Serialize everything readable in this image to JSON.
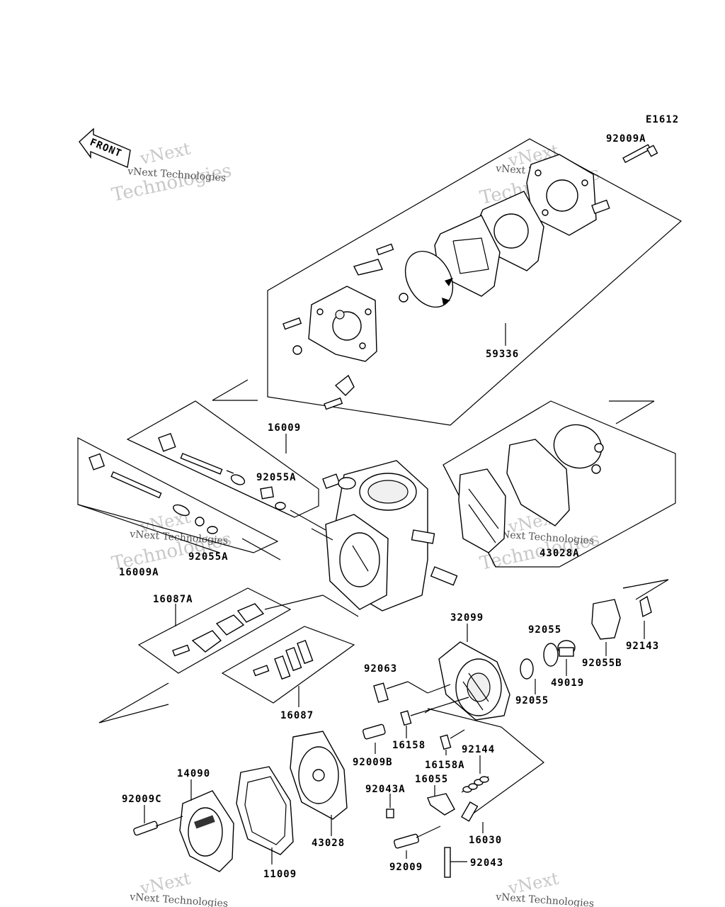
{
  "diagram_code": "E1612",
  "front_label": "FRONT",
  "watermark": {
    "line1": "vNext",
    "line2": "Technologies",
    "small": "vNext Technologies"
  },
  "labels": {
    "p92009A": "92009A",
    "p59336": "59336",
    "p16009": "16009",
    "p92055A_1": "92055A",
    "p92055A_2": "92055A",
    "p16009A": "16009A",
    "p43028A": "43028A",
    "p16087A": "16087A",
    "p32099": "32099",
    "p92055_1": "92055",
    "p92055B": "92055B",
    "p92143": "92143",
    "p92063": "92063",
    "p49019": "49019",
    "p92055_2": "92055",
    "p16087": "16087",
    "p16158": "16158",
    "p92009B": "92009B",
    "p92144": "92144",
    "p16158A": "16158A",
    "p14090": "14090",
    "p16055": "16055",
    "p92043A": "92043A",
    "p92009C": "92009C",
    "p43028": "43028",
    "p16030": "16030",
    "p11009": "11009",
    "p92009": "92009",
    "p92043": "92043"
  }
}
